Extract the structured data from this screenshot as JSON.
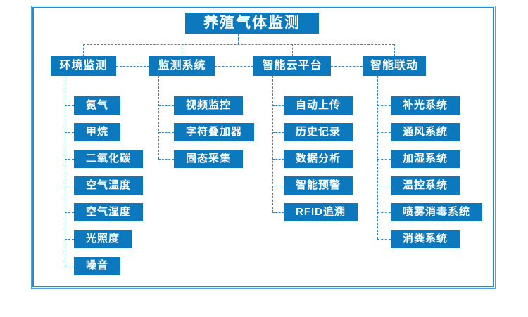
{
  "diagram": {
    "title": "养殖气体监测",
    "branches": [
      {
        "label": "环境监测",
        "items": [
          "氨气",
          "甲烷",
          "二氧化碳",
          "空气温度",
          "空气湿度",
          "光照度",
          "噪音"
        ]
      },
      {
        "label": "监测系统",
        "items": [
          "视频监控",
          "字符叠加器",
          "固态采集"
        ]
      },
      {
        "label": "智能云平台",
        "items": [
          "自动上传",
          "历史记录",
          "数据分析",
          "智能预警",
          "RFID追溯"
        ]
      },
      {
        "label": "智能联动",
        "items": [
          "补光系统",
          "通风系统",
          "加湿系统",
          "温控系统",
          "喷雾消毒系统",
          "消粪系统"
        ]
      }
    ],
    "colors": {
      "node_blue": "#0c79be",
      "connector_blue": "#2f85c5",
      "frame_blue": "#2f86c8",
      "text": "#ffffff",
      "background": "#ffffff"
    },
    "connector_style": "dashed"
  }
}
